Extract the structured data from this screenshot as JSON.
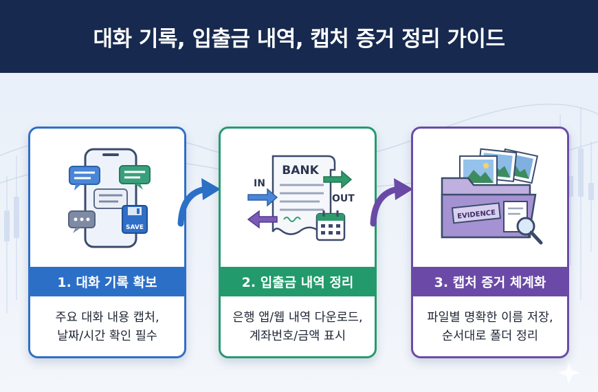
{
  "title": "대화 기록, 입출금 내역, 캡처 증거 정리 가이드",
  "steps": [
    {
      "heading": "1. 대화 기록 확보",
      "desc_lines": [
        "주요 대화 내용 캡처,",
        "날짜/시간 확인 필수"
      ],
      "icon_label": "SAVE",
      "color": "#2c6fc7"
    },
    {
      "heading": "2. 입출금 내역 정리",
      "desc_lines": [
        "은행 앱/웹 내역 다운로드,",
        "계좌번호/금액 표시"
      ],
      "icon_labels": {
        "bank": "BANK",
        "in": "IN",
        "out": "OUT"
      },
      "color": "#229a6c"
    },
    {
      "heading": "3. 캡처 증거 체계화",
      "desc_lines": [
        "파일별 명확한 이름 저장,",
        "순서대로 폴더 정리"
      ],
      "icon_label": "EVIDENCE",
      "color": "#6a4aa6"
    }
  ]
}
